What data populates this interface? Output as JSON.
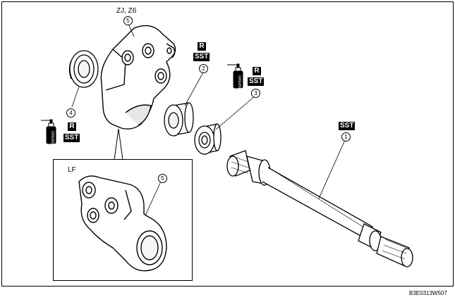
{
  "labels": {
    "variant_top": "ZJ, Z6",
    "variant_inset": "LF",
    "figure_code": "B3E0313W507"
  },
  "badges": {
    "r": "R",
    "sst": "SST"
  },
  "callouts": [
    "1",
    "2",
    "3",
    "4",
    "5"
  ],
  "grease_can_text": "GREASE"
}
